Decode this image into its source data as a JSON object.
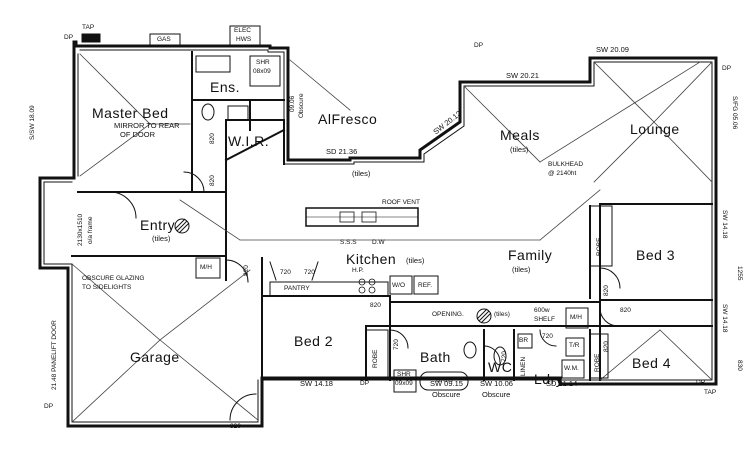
{
  "rooms": {
    "master_bed": "Master Bed",
    "ensuite": "Ens.",
    "wir": "W.I.R.",
    "alfresco": "AlFresco",
    "meals": "Meals",
    "lounge": "Lounge",
    "entry": "Entry",
    "kitchen": "Kitchen",
    "family": "Family",
    "bed3": "Bed 3",
    "bed2": "Bed 2",
    "garage": "Garage",
    "bath": "Bath",
    "wc": "WC",
    "laundry": "Ldry",
    "bed4": "Bed 4"
  },
  "notes": {
    "tap_top": "TAP",
    "dp_top_left": "DP",
    "gas": "GAS",
    "elec": "ELEC",
    "hws": "HWS",
    "shr_top": "SHR",
    "shr_top_dim": "08x09",
    "mirror1": "MIRROR TO REAR",
    "mirror2": "OF DOOR",
    "obscure_top": "Obscure",
    "dim_0906": "09.06",
    "sw_2136": "SD 21.36",
    "sw_2012": "SW 20.12",
    "sw_2021": "SW 20.21",
    "sw_2009": "SW 20.09",
    "dp_top": "DP",
    "tiles_meals": "(tiles)",
    "tiles_alfresco": "(tiles)",
    "bulkhead1": "BULKHEAD",
    "bulkhead2": "@ 2140ht",
    "roof_vent": "ROOF VENT",
    "sss": "S.S.S",
    "dw": "D.W",
    "hp": "H.P.",
    "tiles_kitchen": "(tiles)",
    "tiles_entry": "(tiles)",
    "tiles_family": "(tiles)",
    "side_left": "S/SW 18.09",
    "frame_1": "2130x1510",
    "frame_2": "o/a frame",
    "mh_entry": "M/H",
    "obscure_glazing": "OBSCURE GLAZING",
    "to_sidelights": "TO SIDELIGHTS",
    "panelift": "21.48 PANELIFT DOOR",
    "dim_820_entry": "820",
    "dim_820_door": "820",
    "dim_820_wir": "820",
    "dim_720a": "720",
    "dim_720b": "720",
    "pantry": "PANTRY",
    "wo": "W/O",
    "ref": "REF.",
    "opening": "OPENING.",
    "tiles_opening": "(tiles)",
    "shelf1": "600w",
    "shelf2": "SHELF",
    "mh_hall": "M/H",
    "dim_820_hall": "820",
    "dim_820_bed2": "820",
    "dim_720_bath": "720",
    "dim_720_wc": "720",
    "dim_720_ldry": "720",
    "dim_820_bed4": "820",
    "dim_820_bed3": "820",
    "dim_820_garage": "820",
    "robe_bed3": "ROBE",
    "robe_bed2": "ROBE",
    "robe_bed4": "ROBE",
    "linen": "LINEN",
    "br": "BR",
    "shr_bath": "SHR",
    "shr_bath_dim": "09x09",
    "bath_tub": "BATH",
    "wm": "W.M.",
    "tr": "T/R",
    "sw_1418_bottom": "SW 14.18",
    "dp_bottom1": "DP",
    "sw_0915": "SW 09.15",
    "obscure_0915": "Obscure",
    "sw_1006": "SW 10.06",
    "obscure_1006": "Obscure",
    "sw_2114": "SD 21.14",
    "dp_bottom2": "DP",
    "tap_bottom": "TAP",
    "dp_right": "DP",
    "right_fg": "S/FG 05.06",
    "right_1418a": "SW 14.18",
    "right_1418b": "SW 14.18",
    "right_1255": "1255",
    "right_830": "830",
    "dp_left_bottom": "DP"
  }
}
